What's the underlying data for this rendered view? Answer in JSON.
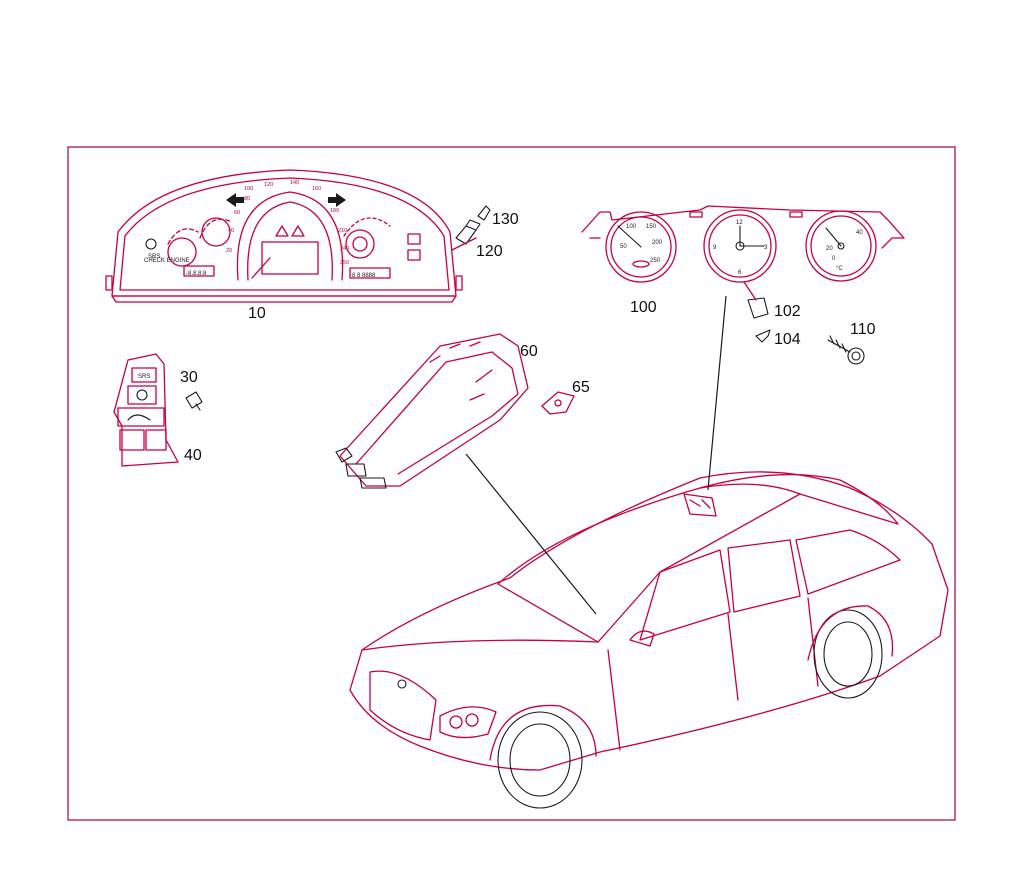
{
  "callouts": {
    "c10": "10",
    "c30": "30",
    "c40": "40",
    "c60": "60",
    "c65": "65",
    "c100": "100",
    "c102": "102",
    "c104": "104",
    "c110": "110",
    "c120": "120",
    "c130": "130"
  },
  "cluster_labels": {
    "srs": "SRS",
    "check_engine": "CHECK ENGINE",
    "odometer": "8 8 8888",
    "trip": "-8.8.8.8",
    "speed_20": "20",
    "speed_40": "40",
    "speed_60": "60",
    "speed_80": "80",
    "speed_100": "100",
    "speed_120": "120",
    "speed_140": "140",
    "speed_160": "160",
    "speed_180": "180",
    "speed_210": "210",
    "speed_240": "240",
    "speed_250": "250"
  },
  "switch_labels": {
    "srs": "SRS"
  },
  "gauge_labels": {
    "speedo_50": "50",
    "speedo_100": "100",
    "speedo_150": "150",
    "speedo_200": "200",
    "speedo_250": "250",
    "clock_12": "12",
    "clock_3": "3",
    "clock_6": "6",
    "clock_9": "9",
    "temp_40": "40",
    "temp_20": "20",
    "temp_0": "0",
    "temp_unit": "°C"
  },
  "colors": {
    "line": "#c8003c",
    "leader": "#1a1a1a",
    "frame": "#a0003a"
  }
}
